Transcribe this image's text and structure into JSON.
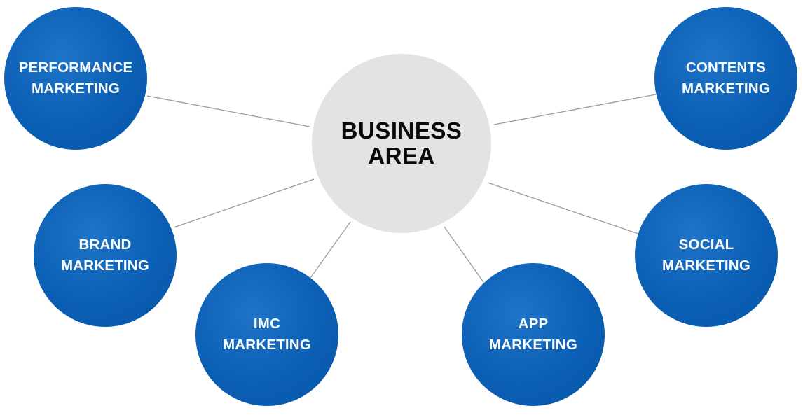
{
  "center": {
    "line1": "BUSINESS",
    "line2": "AREA"
  },
  "nodes": {
    "performance": {
      "line1": "PERFORMANCE",
      "line2": "MARKETING"
    },
    "brand": {
      "line1": "BRAND",
      "line2": "MARKETING"
    },
    "imc": {
      "line1": "IMC",
      "line2": "MARKETING"
    },
    "app": {
      "line1": "APP",
      "line2": "MARKETING"
    },
    "social": {
      "line1": "SOCIAL",
      "line2": "MARKETING"
    },
    "contents": {
      "line1": "CONTENTS",
      "line2": "MARKETING"
    }
  },
  "colors": {
    "outer_node": "#0b5fb4",
    "center_node": "#e3e3e3",
    "connector": "#9a9a9a",
    "outer_text": "#ffffff",
    "center_text": "#0a0a0a"
  }
}
